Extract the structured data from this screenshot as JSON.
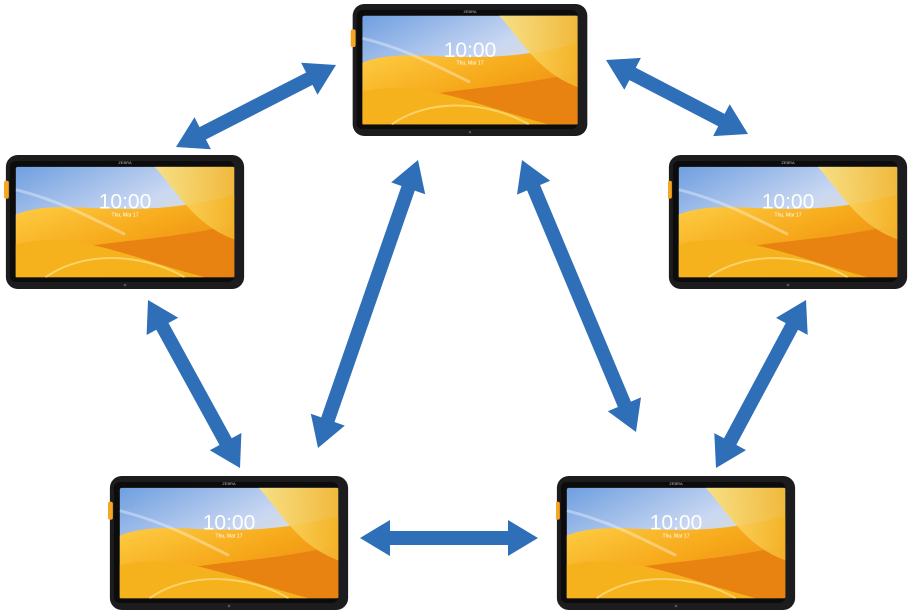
{
  "diagram": {
    "arrow_color": "#2F6FB8",
    "tablet": {
      "bezel_color": "#1c1c1e",
      "side_button_color": "#F5A623",
      "brand_text": "ZEBRA",
      "clock_text": "10:00",
      "date_text": "Thu, Mar 17",
      "wallpaper_colors": [
        "#7aa7e0",
        "#f6b21c",
        "#f08a16",
        "#fde27a"
      ]
    },
    "nodes": [
      {
        "id": "top",
        "label": ""
      },
      {
        "id": "left",
        "label": ""
      },
      {
        "id": "right",
        "label": ""
      },
      {
        "id": "bottom-left",
        "label": ""
      },
      {
        "id": "bottom-right",
        "label": ""
      }
    ],
    "connections": [
      {
        "from": "top",
        "to": "left",
        "bidirectional": true
      },
      {
        "from": "top",
        "to": "right",
        "bidirectional": true
      },
      {
        "from": "top",
        "to": "bottom-left",
        "bidirectional": true
      },
      {
        "from": "top",
        "to": "bottom-right",
        "bidirectional": true
      },
      {
        "from": "left",
        "to": "bottom-left",
        "bidirectional": true
      },
      {
        "from": "right",
        "to": "bottom-right",
        "bidirectional": true
      },
      {
        "from": "bottom-left",
        "to": "bottom-right",
        "bidirectional": true
      }
    ]
  }
}
